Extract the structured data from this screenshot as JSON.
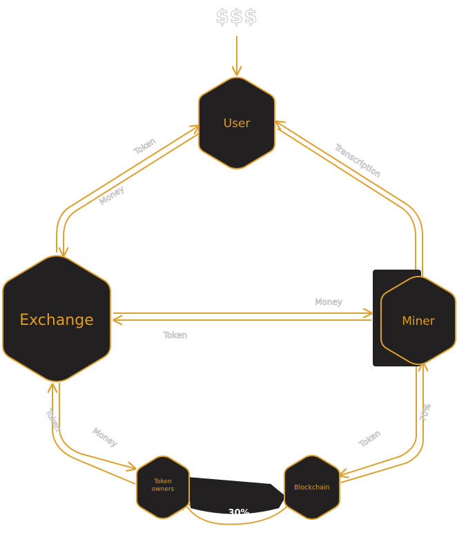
{
  "source_label": "$$$",
  "nodes": {
    "user": "User",
    "exchange": "Exchange",
    "miner": "Miner",
    "token_owners_line1": "Token",
    "token_owners_line2": "owners",
    "blockchain": "Blockchain"
  },
  "edges": {
    "user_to_exchange_token": "Token",
    "exchange_to_user_money": "Money",
    "miner_to_user_transcription": "Transcription",
    "exchange_to_miner_money": "Money",
    "miner_to_exchange_token": "Token",
    "token_owners_to_exchange_token": "Token",
    "exchange_to_token_owners_money": "Money",
    "blockchain_to_miner_token": "Token",
    "miner_share": "70%",
    "token_owners_share": "30%"
  },
  "colors": {
    "accent": "#DDA02F",
    "node_fill": "#222020",
    "label_gray": "#BDBDBD"
  }
}
